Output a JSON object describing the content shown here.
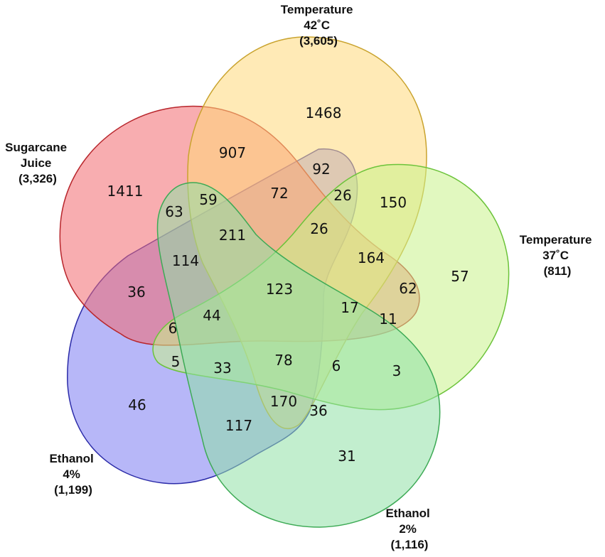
{
  "sets": [
    {
      "id": "sugarcane",
      "lines": [
        "Sugarcane",
        "Juice",
        "(3,326)"
      ],
      "color": "#f26a6f",
      "stroke": "#b8262c"
    },
    {
      "id": "temp42",
      "lines": [
        "Temperature",
        "42˚C",
        "(3,605)"
      ],
      "color": "#ffd97a",
      "stroke": "#c9a32e"
    },
    {
      "id": "temp37",
      "lines": [
        "Temperature",
        "37˚C",
        "(811)"
      ],
      "color": "#c8f28a",
      "stroke": "#6cc33a"
    },
    {
      "id": "ethanol2",
      "lines": [
        "Ethanol",
        "2%",
        "(1,116)"
      ],
      "color": "#8fe0a6",
      "stroke": "#3daa55"
    },
    {
      "id": "ethanol4",
      "lines": [
        "Ethanol",
        "4%",
        "(1,199)"
      ],
      "color": "#7b7bf2",
      "stroke": "#2b2ba8"
    }
  ],
  "regions": [
    "1468",
    "907",
    "92",
    "1411",
    "72",
    "26",
    "150",
    "63",
    "59",
    "211",
    "26",
    "164",
    "114",
    "123",
    "62",
    "57",
    "36",
    "17",
    "44",
    "11",
    "6",
    "5",
    "33",
    "78",
    "6",
    "3",
    "46",
    "170",
    "36",
    "117",
    "31"
  ]
}
